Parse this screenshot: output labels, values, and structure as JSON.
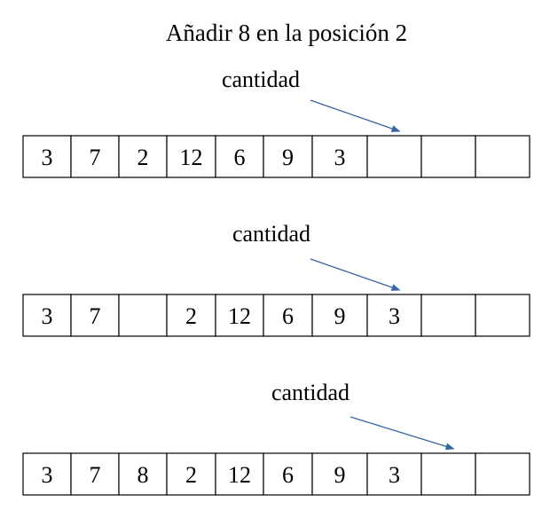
{
  "title": "Añadir 8 en la posición 2",
  "pointer_label": "cantidad",
  "colors": {
    "stroke": "#000000",
    "arrow": "#3465a4",
    "inserted": "#c9211e",
    "text": "#000000"
  },
  "rows": [
    {
      "cells": [
        "3",
        "7",
        "2",
        "12",
        "6",
        "9",
        "3",
        "",
        "",
        ""
      ],
      "pointer_index": 7,
      "highlight_index": null
    },
    {
      "cells": [
        "3",
        "7",
        "",
        "2",
        "12",
        "6",
        "9",
        "3",
        "",
        ""
      ],
      "pointer_index": 7,
      "highlight_index": null
    },
    {
      "cells": [
        "3",
        "7",
        "8",
        "2",
        "12",
        "6",
        "9",
        "3",
        "",
        ""
      ],
      "pointer_index": 8,
      "highlight_index": 2
    }
  ]
}
